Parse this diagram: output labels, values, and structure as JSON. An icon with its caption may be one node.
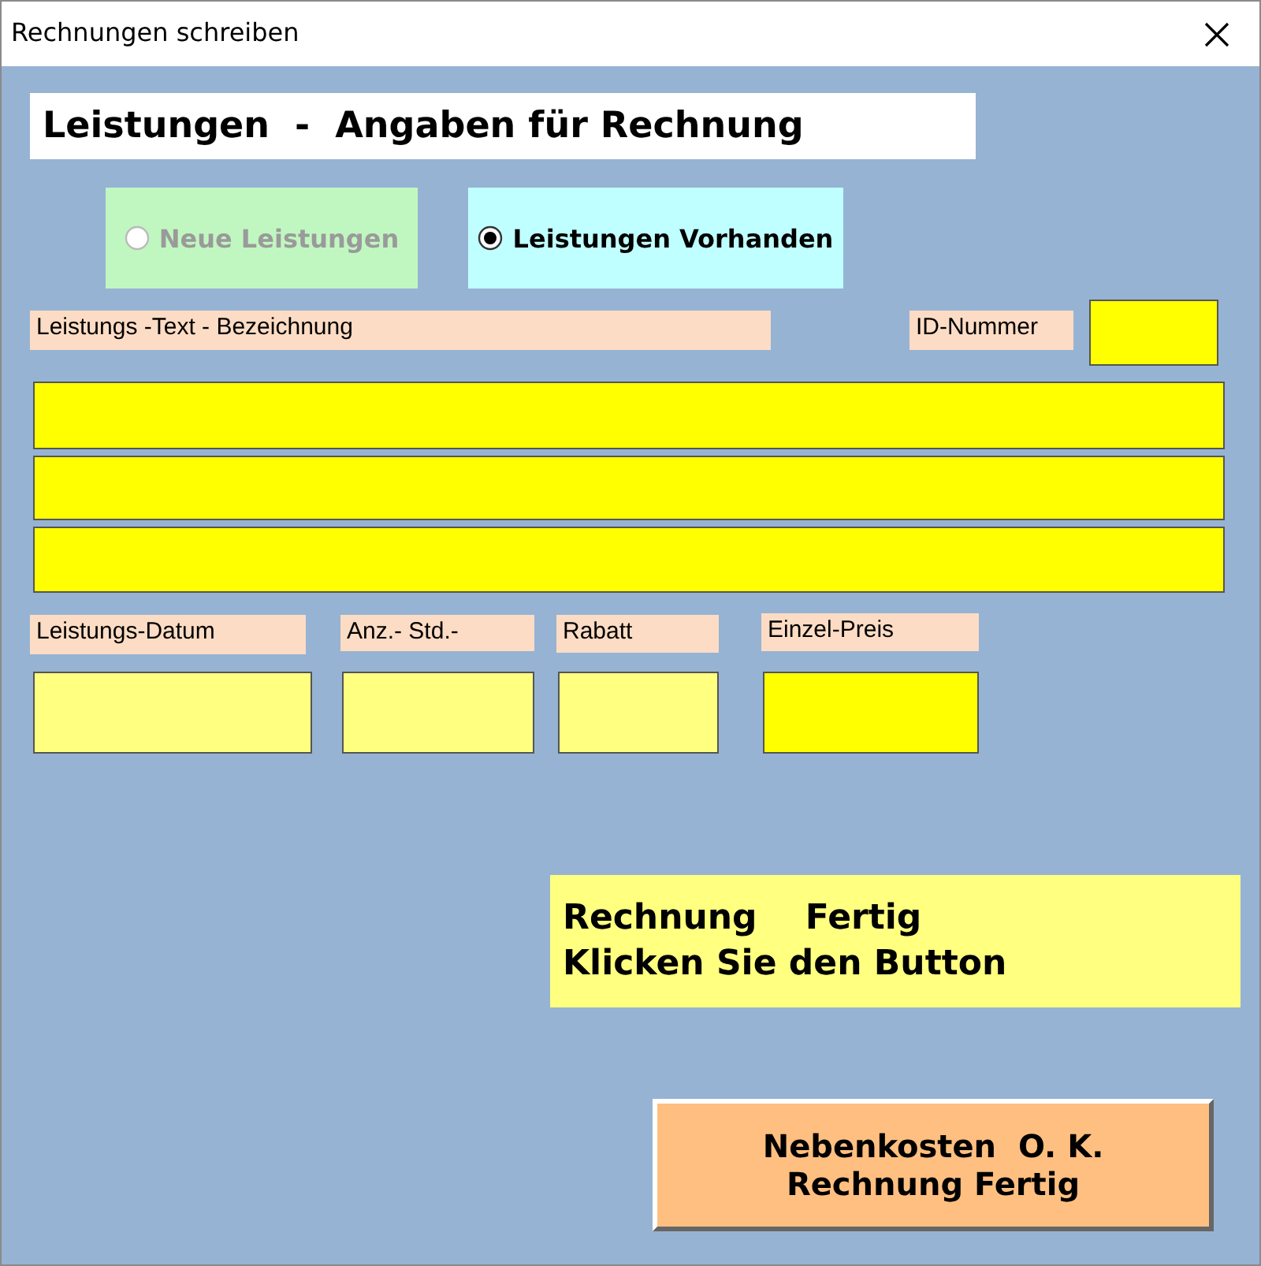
{
  "diagram": {
    "title": "Rechnungen schreiben",
    "nodes": [
      {
        "text": [
          "Leistungen  -  Angaben für Rechnung"
        ]
      },
      {
        "text": [
          "Neue Leistungen"
        ]
      },
      {
        "text": [
          "Leistungen Vorhanden"
        ]
      },
      {
        "text": [
          "Leistungs -Text - Bezeichnung"
        ]
      },
      {
        "text": [
          "ID-Nummer"
        ]
      },
      {
        "text": [],
        "shape": "box"
      },
      {
        "text": [],
        "shape": "box"
      },
      {
        "text": [],
        "shape": "box"
      },
      {
        "text": [],
        "shape": "box"
      },
      {
        "text": [
          "Leistungs-Datum"
        ]
      },
      {
        "text": [
          "Anz.- Std.-"
        ]
      },
      {
        "text": [
          "Rabatt"
        ]
      },
      {
        "text": [
          "Einzel-Preis"
        ]
      },
      {
        "text": [],
        "shape": "box"
      },
      {
        "text": [],
        "shape": "box"
      },
      {
        "text": [],
        "shape": "box"
      },
      {
        "text": [],
        "shape": "box"
      },
      {
        "text": [
          "Rechnung    Fertig",
          "Klicken Sie den Button"
        ]
      },
      {
        "text": [
          "Nebenkosten  O. K. Rechnung Fertig"
        ]
      }
    ]
  }
}
